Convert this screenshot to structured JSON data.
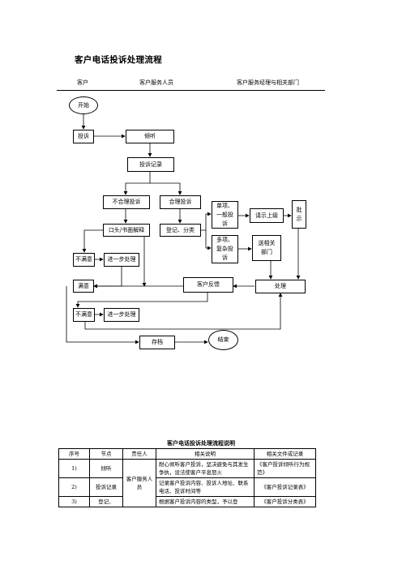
{
  "title": "客户电话投诉处理流程",
  "lanes": [
    "客户",
    "客户服务人员",
    "客户服务经理与相关部门"
  ],
  "nodes": {
    "start": "开始",
    "complaint": "投诉",
    "listen": "倾听",
    "record": "投诉记录",
    "unreasonable": "不合理投诉",
    "reasonable": "合理投诉",
    "explain": "口头/书面解释",
    "register": "登记、分类",
    "simple": "单项、一般投诉",
    "complex": "多项、复杂投诉",
    "request": "请示上级",
    "approve": "批示",
    "send_dept": "送相关部门",
    "dissatisfied1": "不满意",
    "further1": "进一步处理",
    "satisfied": "满意",
    "feedback": "客户反馈",
    "process": "处理",
    "dissatisfied2": "不满意",
    "further2": "进一步处理",
    "archive": "存档",
    "end": "结束"
  },
  "table": {
    "title": "客户电话投诉处理流程说明",
    "headers": [
      "序号",
      "节点",
      "责任人",
      "相关说明",
      "相关文件或记录"
    ],
    "rows": [
      {
        "no": "1)",
        "node": "倾听",
        "desc": "耐心倾听客户投诉，坚决避免与其发生争执，设法使客户平息怒火",
        "doc": "《客户投诉倾听行为规范》"
      },
      {
        "no": "2)",
        "node": "投诉记录",
        "desc": "记录客户投诉内容、投诉人地址、联系电话、投诉时间等",
        "doc": "《客户投诉记录表》"
      },
      {
        "no": "3)",
        "node": "登记、",
        "desc": "根据客户投诉内容的类型，予以登",
        "doc": "《客户投诉分类表》"
      }
    ],
    "responsible": "客户服务人员"
  }
}
